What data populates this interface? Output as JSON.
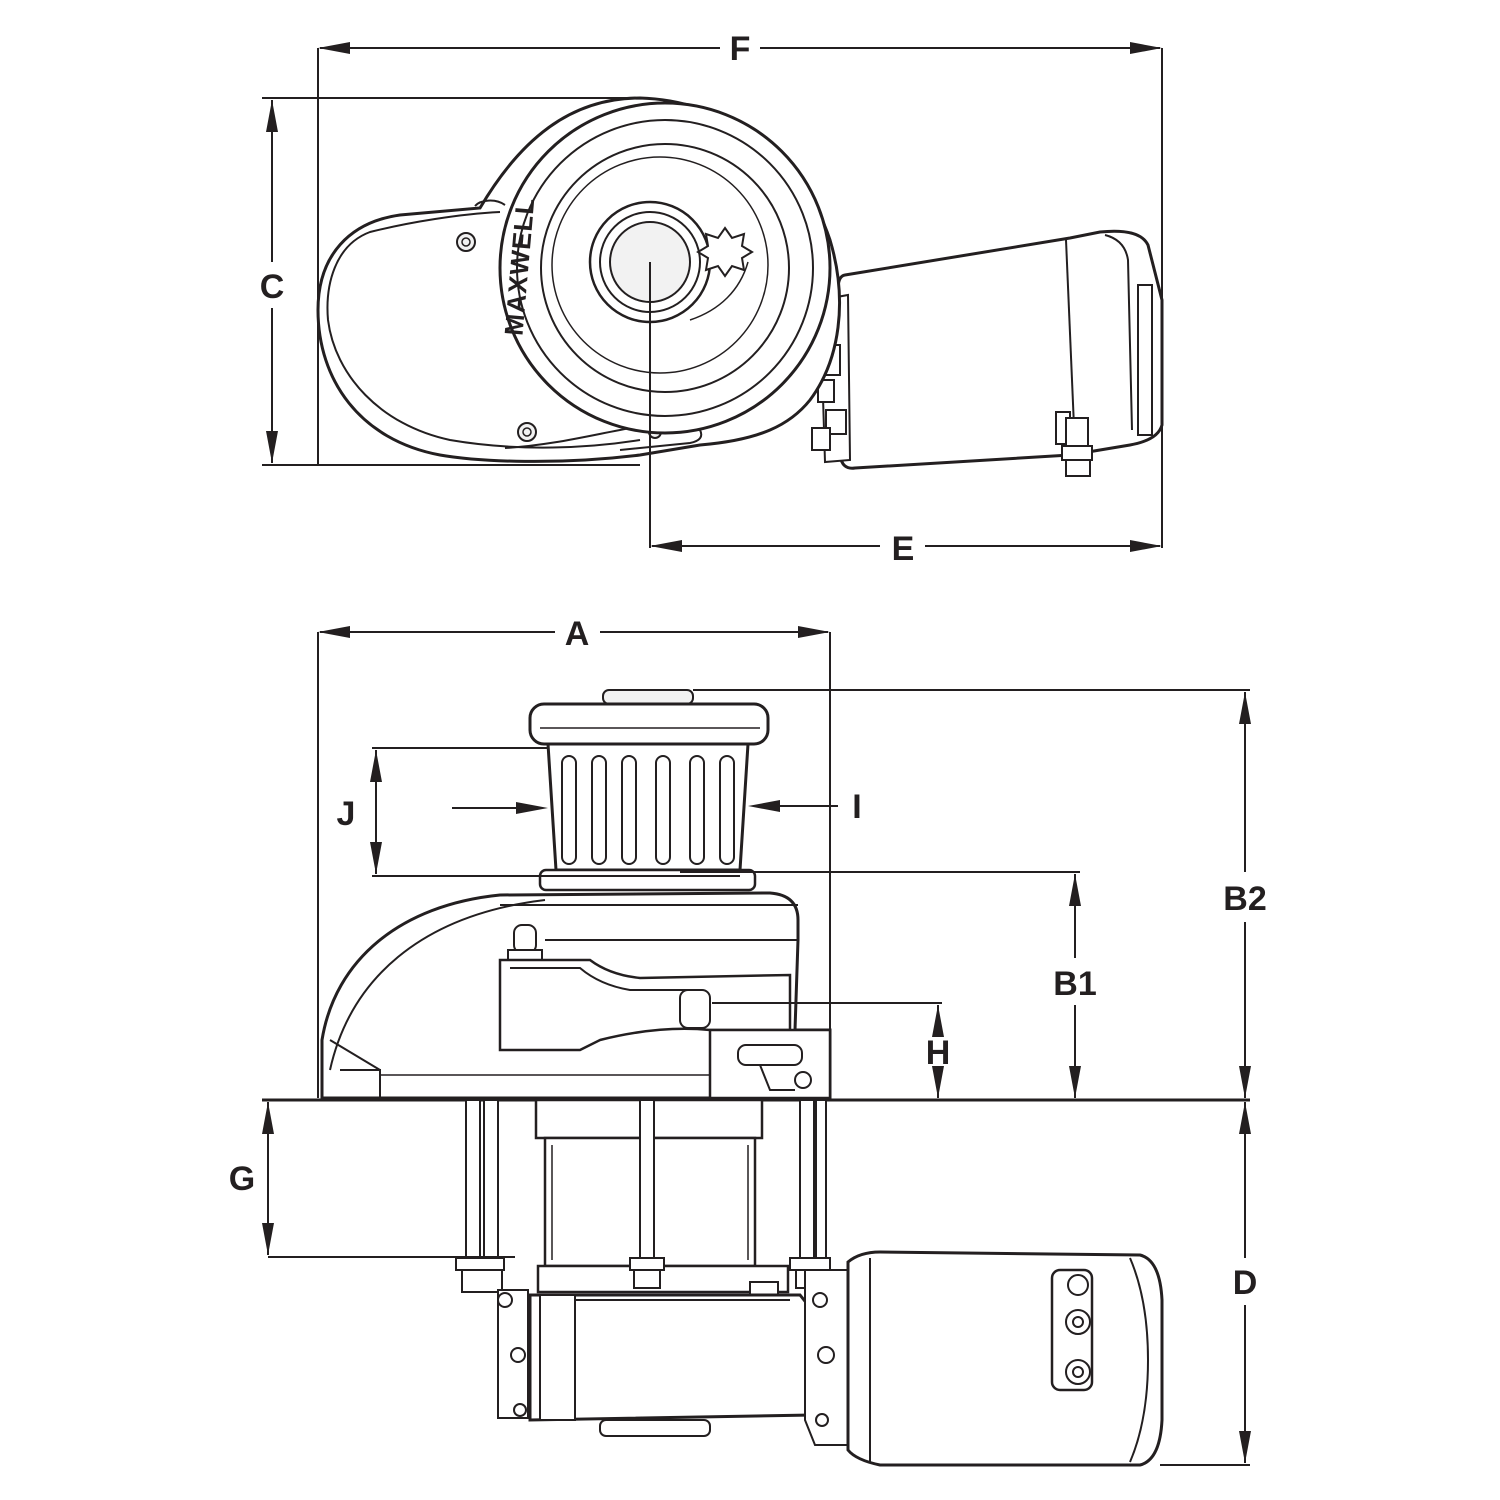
{
  "brand": "MAXWELL",
  "dimension_labels": {
    "F": "F",
    "C": "C",
    "E": "E",
    "A": "A",
    "B1": "B1",
    "B2": "B2",
    "J": "J",
    "I": "I",
    "H": "H",
    "G": "G",
    "D": "D"
  },
  "colors": {
    "line": "#231f20",
    "background": "#ffffff"
  }
}
